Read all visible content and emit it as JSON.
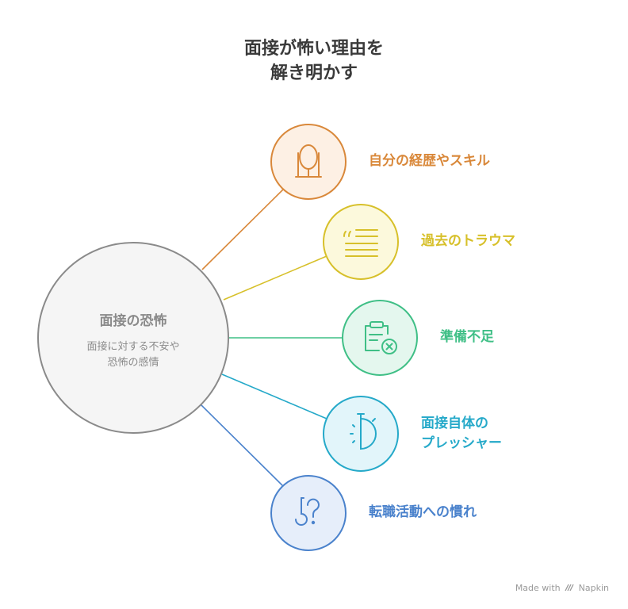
{
  "title": {
    "line1": "面接が怖い理由を",
    "line2": "解き明かす"
  },
  "center": {
    "title": "面接の恐怖",
    "description_line1": "面接に対する不安や",
    "description_line2": "恐怖の感情"
  },
  "branches": [
    {
      "label": "自分の経歴やスキル",
      "color": "#d9883a",
      "fill": "#fdf0e4",
      "icon": "mirror-icon"
    },
    {
      "label": "過去のトラウマ",
      "color": "#d7c02a",
      "fill": "#fcf9dc",
      "icon": "quote-list-icon"
    },
    {
      "label": "準備不足",
      "color": "#3fbf86",
      "fill": "#e4f7ee",
      "icon": "clipboard-x-icon"
    },
    {
      "label_line1": "面接自体の",
      "label_line2": "プレッシャー",
      "color": "#25a9c9",
      "fill": "#e2f5fa",
      "icon": "timer-icon"
    },
    {
      "label": "転職活動への慣れ",
      "color": "#4a82cc",
      "fill": "#e6eefa",
      "icon": "question-hook-icon"
    }
  ],
  "watermark": {
    "made_with": "Made with",
    "brand": "Napkin"
  },
  "colors": {
    "title": "#3a3a3a",
    "center_fill": "#f5f5f5",
    "center_stroke": "#8a8a8a",
    "center_text": "#8a8a8a"
  }
}
